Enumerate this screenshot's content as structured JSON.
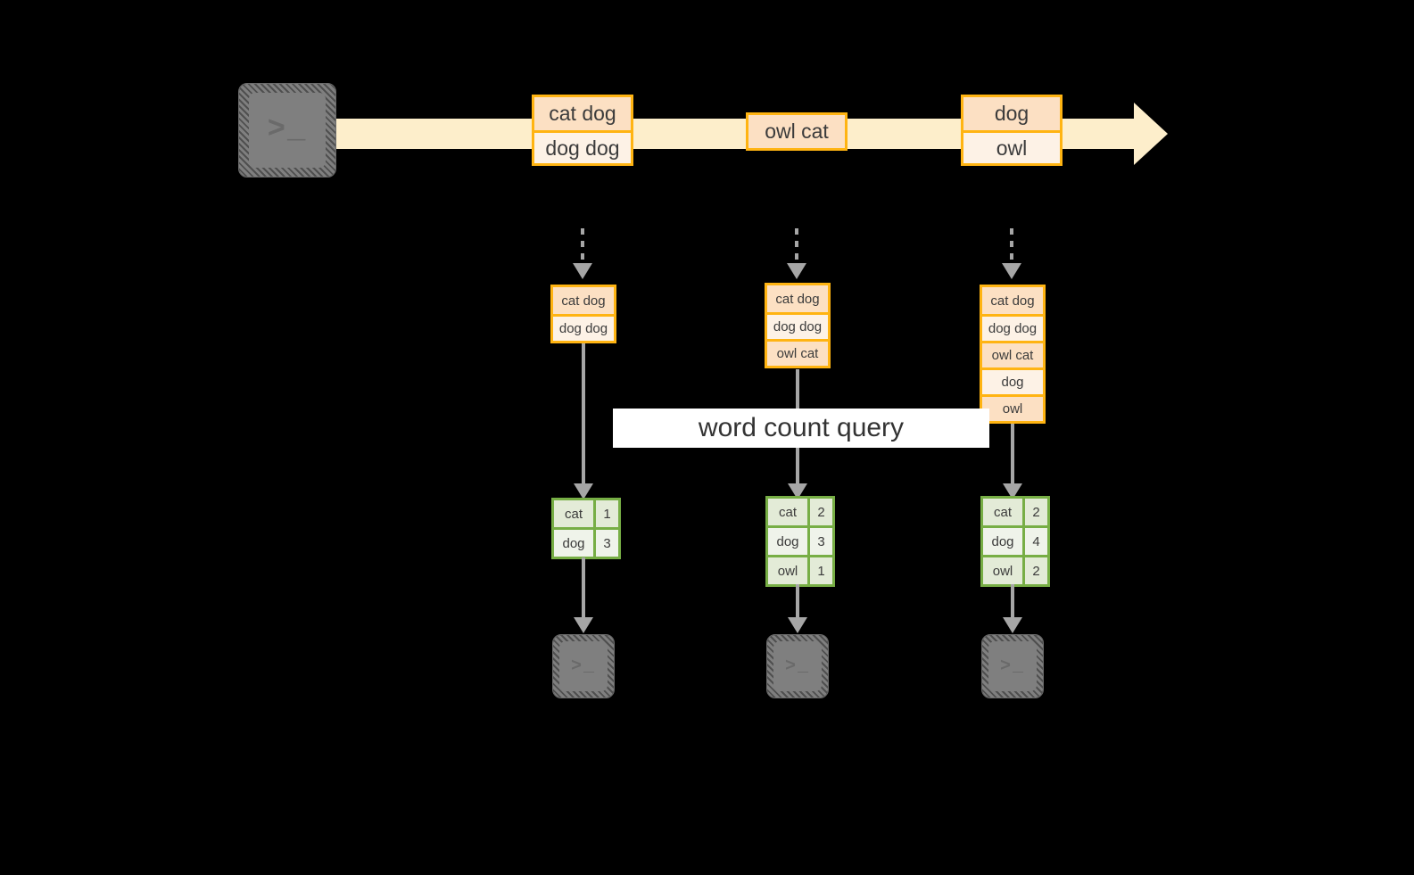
{
  "diagram": {
    "title": "word count query",
    "source_terminal": {
      "icon": "terminal-icon",
      "glyph": ">_"
    },
    "stream": {
      "events": [
        {
          "lines": [
            "cat dog",
            "dog dog"
          ]
        },
        {
          "lines": [
            "owl cat"
          ]
        },
        {
          "lines": [
            "dog",
            "owl"
          ]
        }
      ]
    },
    "snapshots": [
      {
        "lines": [
          "cat dog",
          "dog dog"
        ]
      },
      {
        "lines": [
          "cat dog",
          "dog dog",
          "owl cat"
        ]
      },
      {
        "lines": [
          "cat dog",
          "dog dog",
          "owl cat",
          "dog",
          "owl"
        ]
      }
    ],
    "results": [
      {
        "rows": [
          {
            "word": "cat",
            "count": "1"
          },
          {
            "word": "dog",
            "count": "3"
          }
        ]
      },
      {
        "rows": [
          {
            "word": "cat",
            "count": "2"
          },
          {
            "word": "dog",
            "count": "3"
          },
          {
            "word": "owl",
            "count": "1"
          }
        ]
      },
      {
        "rows": [
          {
            "word": "cat",
            "count": "2"
          },
          {
            "word": "dog",
            "count": "4"
          },
          {
            "word": "owl",
            "count": "2"
          }
        ]
      }
    ],
    "sink_terminals": [
      {
        "icon": "terminal-icon",
        "glyph": ">_"
      },
      {
        "icon": "terminal-icon",
        "glyph": ">_"
      },
      {
        "icon": "terminal-icon",
        "glyph": ">_"
      }
    ],
    "colors": {
      "background": "#000000",
      "stream": "#fdeecb",
      "event_border": "#ffb412",
      "event_fill_light": "#fdf2e6",
      "event_fill_dark": "#fce0c3",
      "result_border": "#77ae45",
      "result_fill_dark": "#e3ebd7",
      "result_fill_light": "#eff3ea",
      "connector": "#a6a6a6",
      "terminal": "#7f7f7f",
      "banner_fill": "#ffffff",
      "text": "#3b3b3b"
    }
  }
}
